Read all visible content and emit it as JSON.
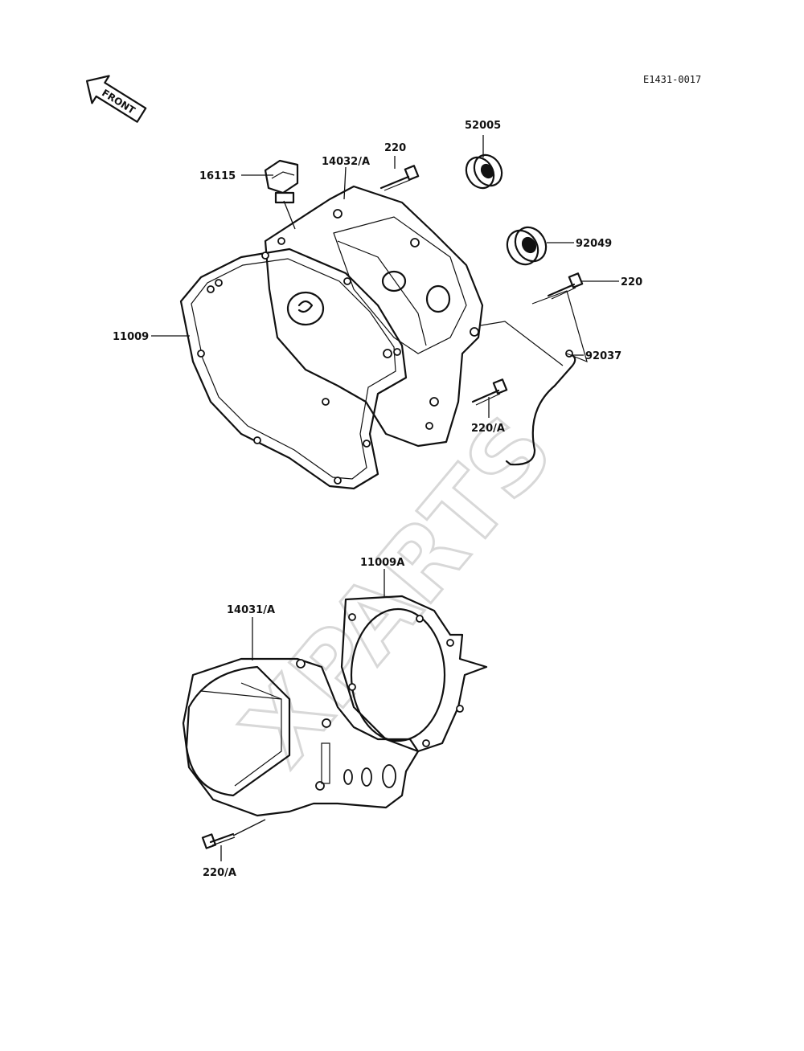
{
  "diagram_code": "E1431-0017",
  "front_label": "FRONT",
  "watermark": "XPARTS",
  "parts": {
    "p16115": "16115",
    "p14032": "14032/A",
    "p220_top": "220",
    "p52005": "52005",
    "p92049": "92049",
    "p220_right": "220",
    "p11009": "11009",
    "p92037": "92037",
    "p220A_mid": "220/A",
    "p11009A": "11009A",
    "p14031": "14031/A",
    "p220A_bottom": "220/A"
  }
}
